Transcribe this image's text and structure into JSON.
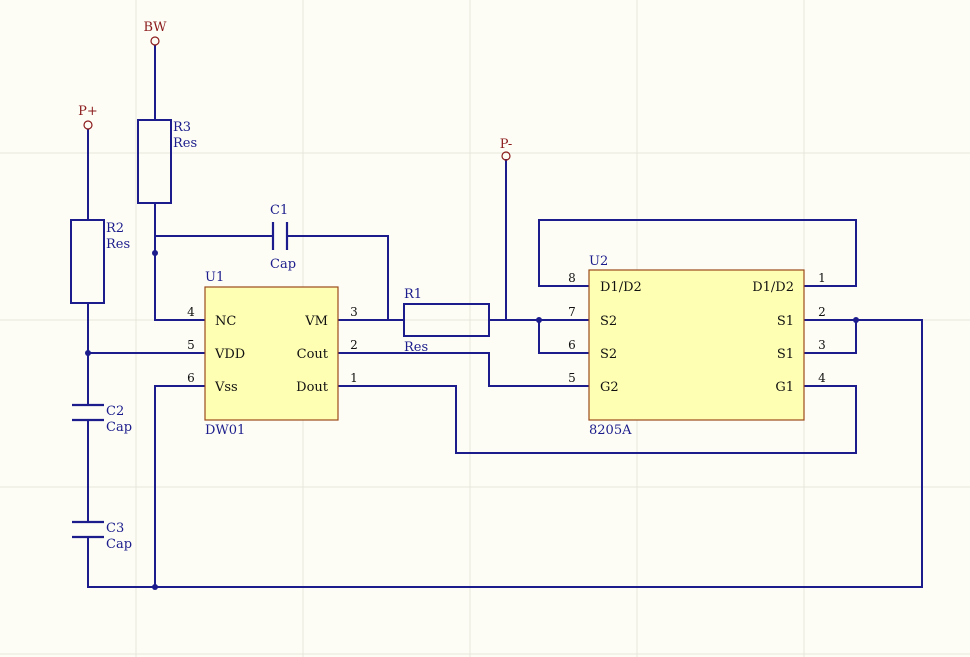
{
  "colors": {
    "background": "#fdfdf6",
    "wire": "#1c1c8c",
    "component_body": "#ffffb4",
    "component_border": "#9a4a1a",
    "port": "#8b1a1a"
  },
  "ports": {
    "bw": "BW",
    "p_plus": "P+",
    "p_minus": "P-"
  },
  "resistors": {
    "r1": {
      "designator": "R1",
      "value": "Res"
    },
    "r2": {
      "designator": "R2",
      "value": "Res"
    },
    "r3": {
      "designator": "R3",
      "value": "Res"
    }
  },
  "capacitors": {
    "c1": {
      "designator": "C1",
      "value": "Cap"
    },
    "c2": {
      "designator": "C2",
      "value": "Cap"
    },
    "c3": {
      "designator": "C3",
      "value": "Cap"
    }
  },
  "u1": {
    "designator": "U1",
    "part": "DW01",
    "pins": {
      "nc": {
        "name": "NC",
        "num": "4"
      },
      "vdd": {
        "name": "VDD",
        "num": "5"
      },
      "vss": {
        "name": "Vss",
        "num": "6"
      },
      "vm": {
        "name": "VM",
        "num": "3"
      },
      "cout": {
        "name": "Cout",
        "num": "2"
      },
      "dout": {
        "name": "Dout",
        "num": "1"
      }
    }
  },
  "u2": {
    "designator": "U2",
    "part": "8205A",
    "pins": {
      "p8": {
        "name": "D1/D2",
        "num": "8"
      },
      "p7": {
        "name": "S2",
        "num": "7"
      },
      "p6": {
        "name": "S2",
        "num": "6"
      },
      "p5": {
        "name": "G2",
        "num": "5"
      },
      "p1": {
        "name": "D1/D2",
        "num": "1"
      },
      "p2": {
        "name": "S1",
        "num": "2"
      },
      "p3": {
        "name": "S1",
        "num": "3"
      },
      "p4": {
        "name": "G1",
        "num": "4"
      }
    }
  }
}
